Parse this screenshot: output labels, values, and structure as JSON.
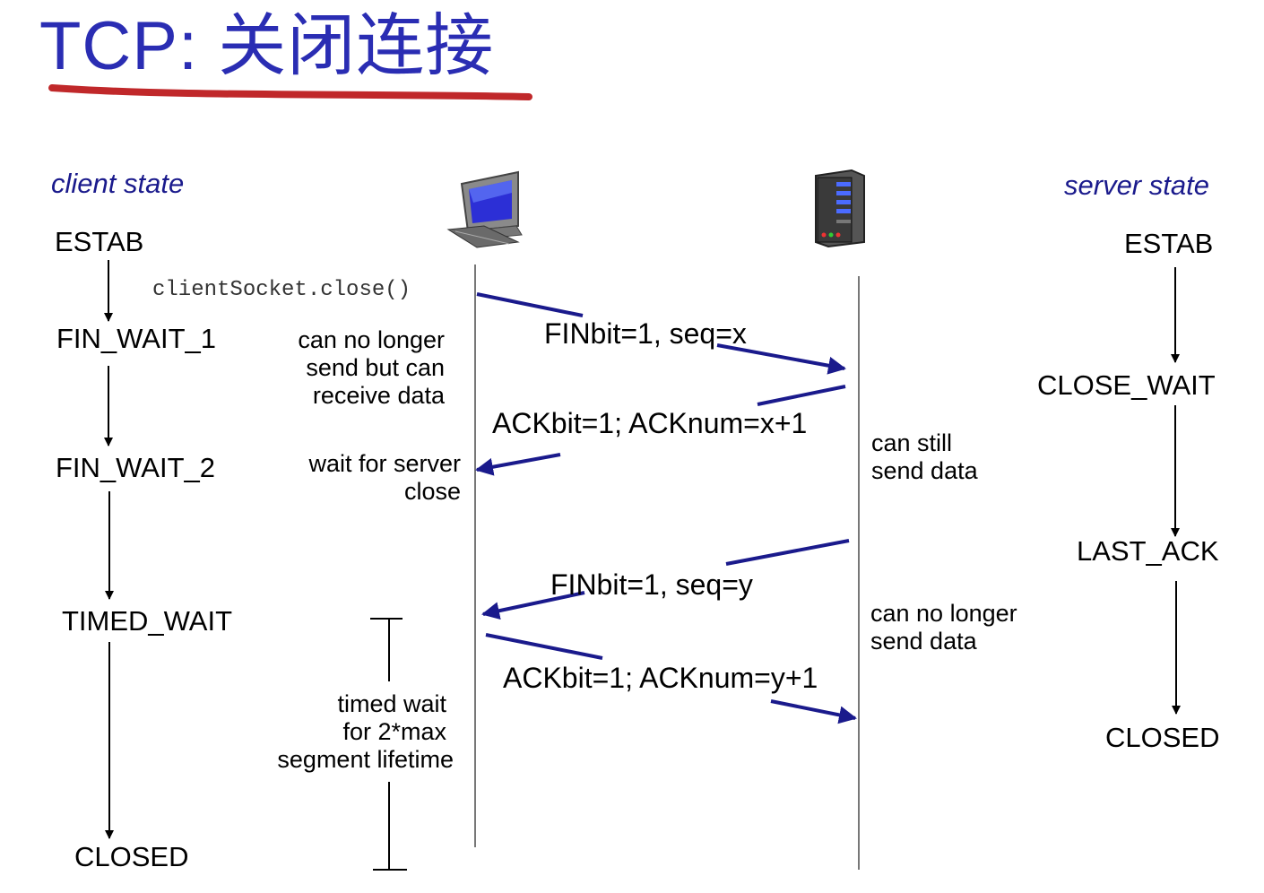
{
  "title": "TCP: 关闭连接",
  "colors": {
    "title": "#2a2db3",
    "underline": "#c0282a",
    "arrow": "#1a1a8c",
    "header": "#1a1a8c"
  },
  "client": {
    "header": "client state",
    "states": [
      "ESTAB",
      "FIN_WAIT_1",
      "FIN_WAIT_2",
      "TIMED_WAIT",
      "CLOSED"
    ],
    "call": "clientSocket.close()",
    "notes": {
      "fin_wait_1": [
        "can no longer",
        "send but can",
        "receive data"
      ],
      "fin_wait_2": [
        "wait for server",
        "close"
      ],
      "timed_wait": [
        "timed wait",
        "for 2*max",
        "segment lifetime"
      ]
    }
  },
  "server": {
    "header": "server state",
    "states": [
      "ESTAB",
      "CLOSE_WAIT",
      "LAST_ACK",
      "CLOSED"
    ],
    "notes": {
      "close_wait": [
        "can still",
        "send data"
      ],
      "last_ack": [
        "can no longer",
        "send data"
      ]
    }
  },
  "messages": [
    "FINbit=1, seq=x",
    "ACKbit=1; ACKnum=x+1",
    "FINbit=1, seq=y",
    "ACKbit=1; ACKnum=y+1"
  ],
  "icons": {
    "client": "desktop-computer-icon",
    "server": "server-tower-icon"
  }
}
